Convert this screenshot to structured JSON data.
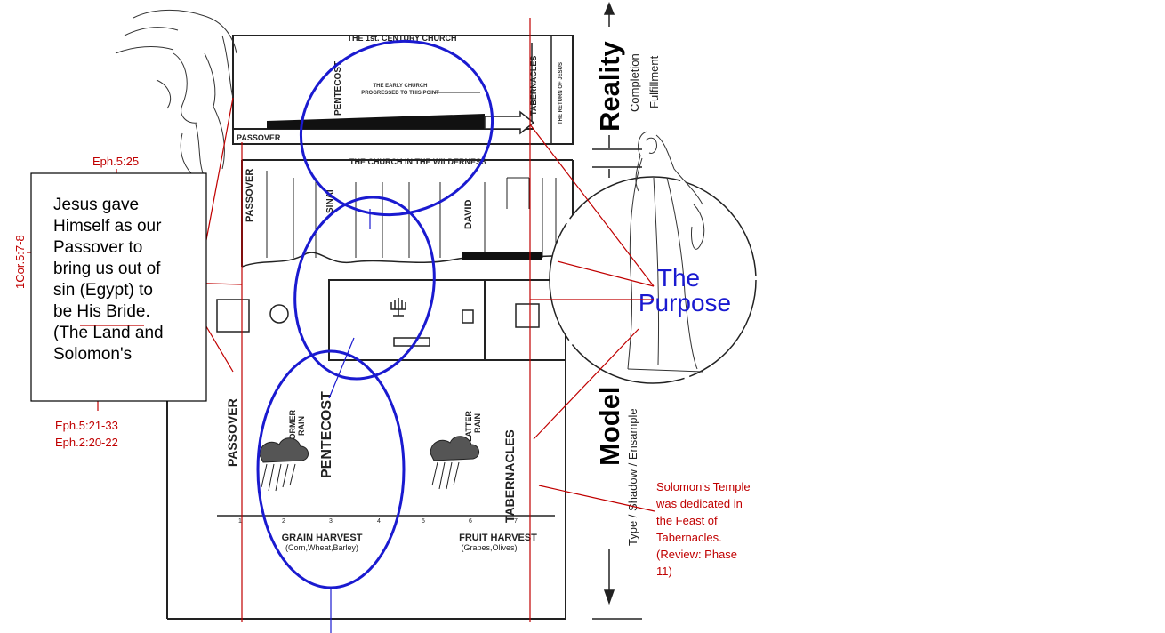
{
  "labels": {
    "century_church": "THE 1st. CENTURY CHURCH",
    "pentecost_top": "PENTECOST",
    "early_church": [
      "THE EARLY CHURCH",
      "PROGRESSED TO THIS POINT"
    ],
    "tabernacles_top": "TABERNACLES",
    "return_of_jesus": "THE RETURN OF JESUS",
    "passover_top": "PASSOVER",
    "church_wilderness": "THE CHURCH IN THE WILDERNESS",
    "passover_mid": "PASSOVER",
    "sinai": "SINAI",
    "david": "DAVID",
    "reality": "Reality",
    "completion": "Completion",
    "fulfillment": "Fulfillment",
    "model": "Model",
    "type_shadow": "Type / Shadow / Ensample",
    "the": "The",
    "purpose": "Purpose",
    "passover_low": "PASSOVER",
    "pentecost_low": "PENTECOST",
    "tabernacles_low": "TABERNACLES",
    "former_rain": [
      "FORMER",
      "RAIN"
    ],
    "latter_rain": [
      "LATTER",
      "RAIN"
    ],
    "grain_harvest": "GRAIN HARVEST",
    "grain_sub": "(Corn,Wheat,Barley)",
    "fruit_harvest": "FRUIT HARVEST",
    "fruit_sub": "(Grapes,Olives)",
    "eph525": "Eph.5:25",
    "cor": "1Cor.5:7-8",
    "eph521": "Eph.5:21-33",
    "eph220": "Eph.2:20-22"
  },
  "textbox": {
    "lines": [
      "Jesus gave",
      "Himself as our",
      "Passover to",
      "bring us out of",
      "sin (Egypt) to",
      "be His Bride.",
      "(The Land and",
      "Solomon's"
    ]
  },
  "note": {
    "lines": [
      "Solomon's Temple",
      "was dedicated in",
      "the Feast of",
      "Tabernacles.",
      "(Review: Phase",
      "11)"
    ]
  },
  "colors": {
    "annotation_red": "#c00000",
    "circle_blue": "#1a1ad0",
    "ink": "#222222"
  }
}
